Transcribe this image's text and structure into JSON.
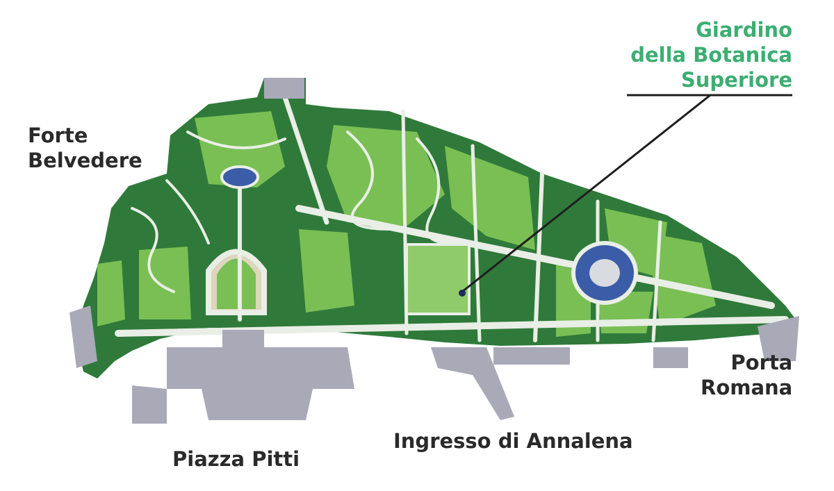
{
  "labels": {
    "forte_belvedere": [
      "Forte",
      "Belvedere"
    ],
    "piazza_pitti": "Piazza Pitti",
    "ingresso_annalena": "Ingresso di Annalena",
    "porta_romana": [
      "Porta",
      "Romana"
    ],
    "giardino": [
      "Giardino",
      "della Botanica",
      "Superiore"
    ]
  },
  "colors": {
    "park_dark": "#2f7a3a",
    "park_light": "#79bf54",
    "path": "#e9eee6",
    "building": "#a9a9b8",
    "water": "#3b5ca6",
    "highlight_text": "#3cae72",
    "label_text": "#2a2a2a"
  }
}
